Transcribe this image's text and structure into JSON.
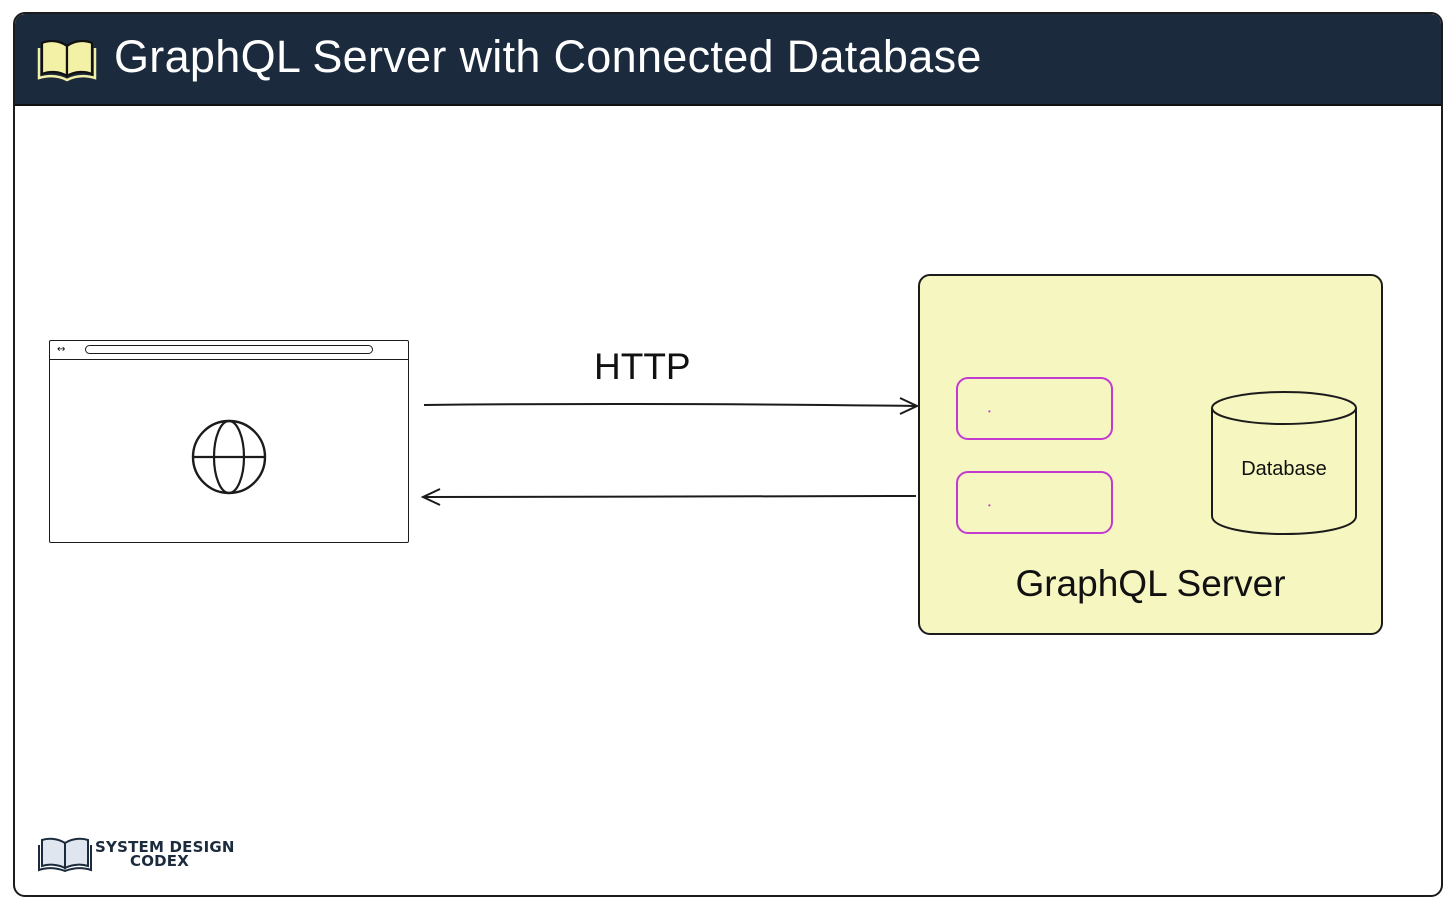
{
  "header": {
    "title": "GraphQL Server with Connected Database",
    "icon": "open-book-icon",
    "background_color": "#1b2b3d",
    "icon_color": "#f3f1a6"
  },
  "client": {
    "icon": "globe-icon",
    "browser_nav_glyph": "↔"
  },
  "connection": {
    "label": "HTTP"
  },
  "server": {
    "label": "GraphQL Server",
    "fill_color": "#f6f6c0",
    "resolver_border_color": "#c23ad0",
    "database": {
      "label": "Database"
    }
  },
  "branding": {
    "line1": "SYSTEM DESIGN",
    "line2": "CODEX",
    "icon": "open-book-icon"
  }
}
